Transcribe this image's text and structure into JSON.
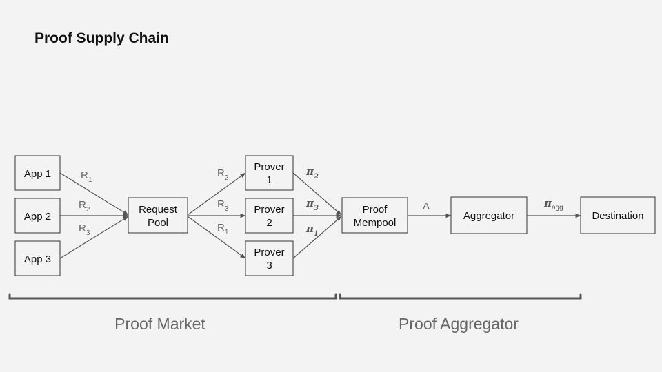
{
  "title": "Proof Supply Chain",
  "nodes": {
    "app1": "App 1",
    "app2": "App 2",
    "app3": "App 3",
    "request_pool": [
      "Request",
      "Pool"
    ],
    "prover1": [
      "Prover",
      "1"
    ],
    "prover2": [
      "Prover",
      "2"
    ],
    "prover3": [
      "Prover",
      "3"
    ],
    "proof_mempool": [
      "Proof",
      "Mempool"
    ],
    "aggregator": "Aggregator",
    "destination": "Destination"
  },
  "edge_labels": {
    "app1_req": {
      "base": "R",
      "sub": "1"
    },
    "app2_req": {
      "base": "R",
      "sub": "2"
    },
    "app3_req": {
      "base": "R",
      "sub": "3"
    },
    "req_prover1": {
      "base": "R",
      "sub": "2"
    },
    "req_prover2": {
      "base": "R",
      "sub": "3"
    },
    "req_prover3": {
      "base": "R",
      "sub": "1"
    },
    "prover1_mempool": {
      "base": "π",
      "sub": "2"
    },
    "prover2_mempool": {
      "base": "π",
      "sub": "3"
    },
    "prover3_mempool": {
      "base": "π",
      "sub": "1"
    },
    "mempool_agg": {
      "base": "A",
      "sub": ""
    },
    "agg_dest": {
      "base": "π",
      "sub": "agg"
    }
  },
  "sections": {
    "market": "Proof Market",
    "aggregator": "Proof Aggregator"
  }
}
